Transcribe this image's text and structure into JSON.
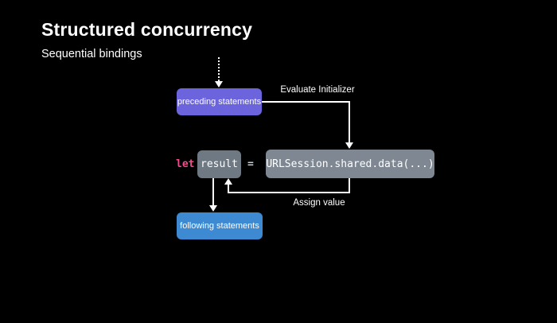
{
  "slide": {
    "title": "Structured concurrency",
    "subtitle": "Sequential bindings"
  },
  "diagram": {
    "nodes": {
      "preceding": "preceding statements",
      "following": "following statements"
    },
    "flow_labels": {
      "evaluate": "Evaluate Initializer",
      "assign": "Assign value"
    },
    "code": {
      "keyword": "let",
      "variable": "result",
      "equals": "=",
      "initializer": "URLSession.shared.data(...)"
    },
    "colors": {
      "background": "#000000",
      "preceding_box": "#6B64DC",
      "following_box": "#3D89D2",
      "variable_box": "#6F7983",
      "initializer_box": "#7E8792",
      "keyword_text": "#EE4C8C",
      "arrow": "#FFFFFF",
      "text": "#FFFFFF"
    }
  }
}
